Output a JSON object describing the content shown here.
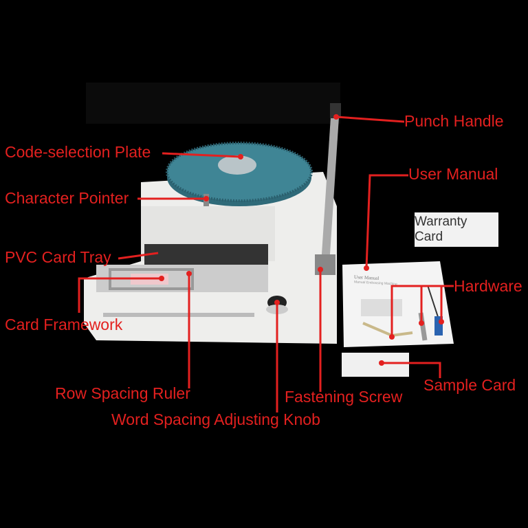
{
  "labels": {
    "punch_handle": "Punch Handle",
    "code_selection_plate": "Code-selection Plate",
    "user_manual": "User Manual",
    "character_pointer": "Character Pointer",
    "pvc_card_tray": "PVC Card Tray",
    "hardware": "Hardware",
    "card_framework": "Card Framework",
    "sample_card": "Sample Card",
    "row_spacing_ruler": "Row Spacing Ruler",
    "fastening_screw": "Fastening Screw",
    "word_spacing_knob": "Word Spacing Adjusting Knob"
  },
  "warranty_card": "Warranty Card",
  "manual": {
    "title": "User Manual",
    "subtitle": "Manual Embossing Machine"
  },
  "colors": {
    "label": "#e3201f",
    "background": "#000000",
    "dial": "#3f7f8f",
    "body": "#f1f1ef"
  }
}
